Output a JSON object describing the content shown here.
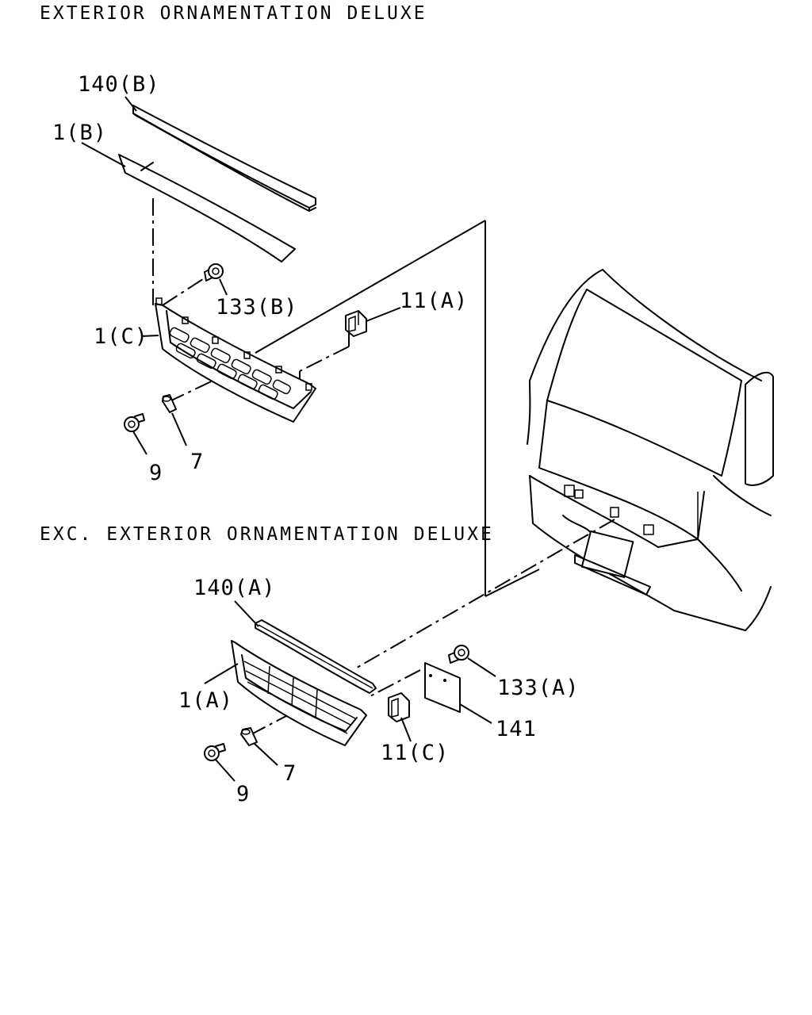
{
  "sections": {
    "deluxe_title": "EXTERIOR ORNAMENTATION DELUXE",
    "standard_title": "EXC. EXTERIOR ORNAMENTATION DELUXE"
  },
  "callouts": {
    "molding_b": "140(B)",
    "panel_b": "1(B)",
    "bolt_b": "133(B)",
    "clip_a": "11(A)",
    "grille_c": "1(C)",
    "screw_top": "9",
    "nut_top": "7",
    "molding_a": "140(A)",
    "grille_a": "1(A)",
    "bolt_a": "133(A)",
    "plate": "141",
    "clip_c": "11(C)",
    "nut_bottom": "7",
    "screw_bottom": "9"
  }
}
